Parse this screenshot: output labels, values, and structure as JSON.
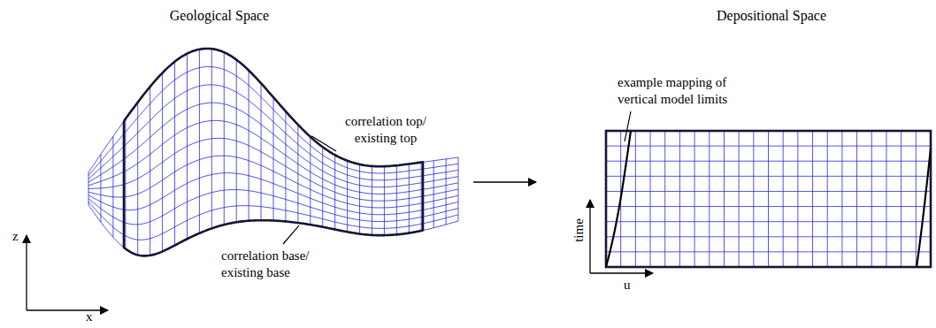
{
  "diagram": {
    "labels": [
      "Geological Space",
      "Depositional Space",
      "example mapping of vertical model limits",
      "correlation top/ existing top",
      "correlation base/ existing base",
      "z",
      "x",
      "time",
      "u"
    ]
  }
}
